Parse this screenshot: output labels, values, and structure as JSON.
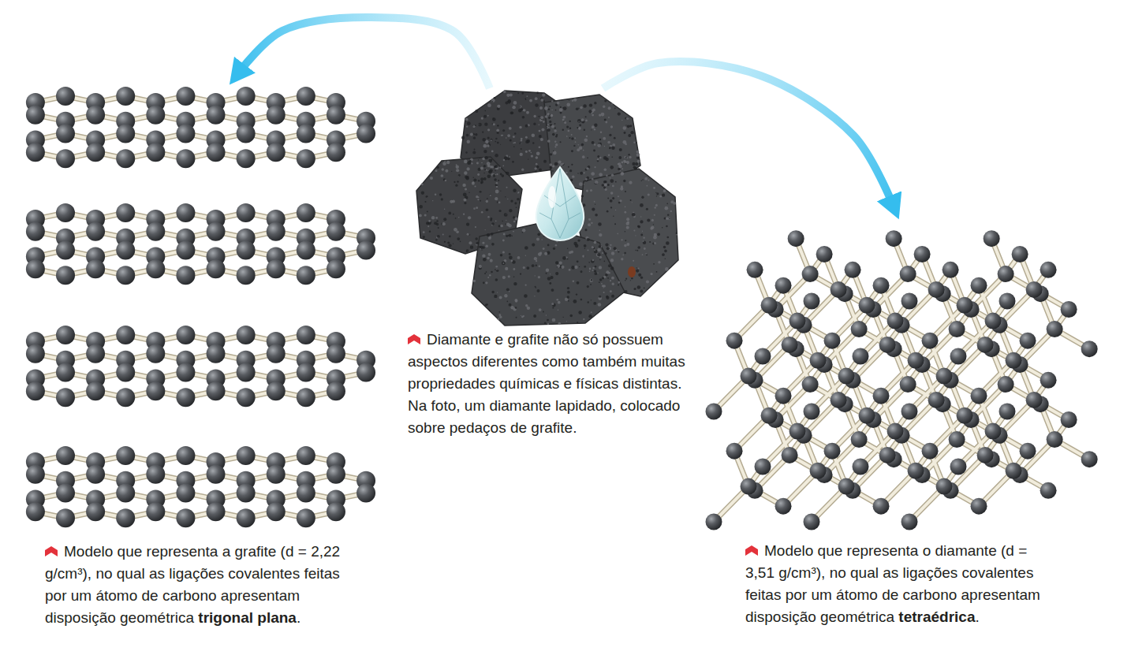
{
  "diagram": {
    "nodes": [
      {
        "text": [
          "Modelo que representa a grafite (d = 2,22 g/cm³), no qual as ligações covalentes feitas por um átomo de carbono apresentam disposição geométrica trigonal plana."
        ]
      },
      {
        "text": [
          "Diamante e grafite não só possuem aspectos diferentes como também muitas propriedades químicas e físicas distintas. Na foto, um diamante lapidado, colocado sobre pedaços de grafite."
        ]
      },
      {
        "text": [
          "Modelo que representa o diamante (d = 3,51 g/cm³), no qual as ligações covalentes feitas por um átomo de carbono apresentam disposição geométrica tetraédrica."
        ]
      }
    ],
    "edges": [
      {
        "from": 1,
        "to": 0,
        "arrow": "to"
      },
      {
        "from": 1,
        "to": 2,
        "arrow": "to"
      }
    ]
  }
}
